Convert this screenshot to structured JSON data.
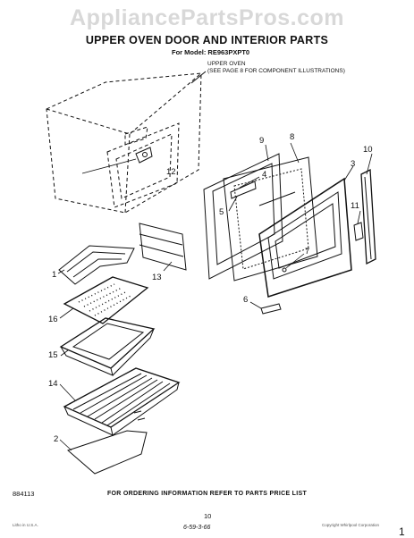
{
  "watermark": "AppliancePartsPros.com",
  "title": "UPPER OVEN DOOR AND INTERIOR PARTS",
  "model": "For Model: RE963PXPT0",
  "note": {
    "line1": "UPPER OVEN",
    "line2": "(SEE PAGE 8 FOR COMPONENT ILLUSTRATIONS)"
  },
  "callouts": {
    "c1": "1",
    "c2": "2",
    "c3": "3",
    "c4": "4",
    "c5": "5",
    "c6": "6",
    "c7": "7",
    "c8": "8",
    "c9": "9",
    "c10": "10",
    "c11": "11",
    "c12": "12",
    "c13": "13",
    "c14": "14",
    "c15": "15",
    "c16": "16"
  },
  "footer": "FOR ORDERING INFORMATION REFER TO PARTS PRICE LIST",
  "page_number": "10",
  "drawing_code": "884113",
  "handwriting": "6-59-3-66",
  "fineprint_left": "Litho in U.S.A.",
  "fineprint_right": "Copyright Whirlpool Corporation",
  "corner_mark": "1"
}
